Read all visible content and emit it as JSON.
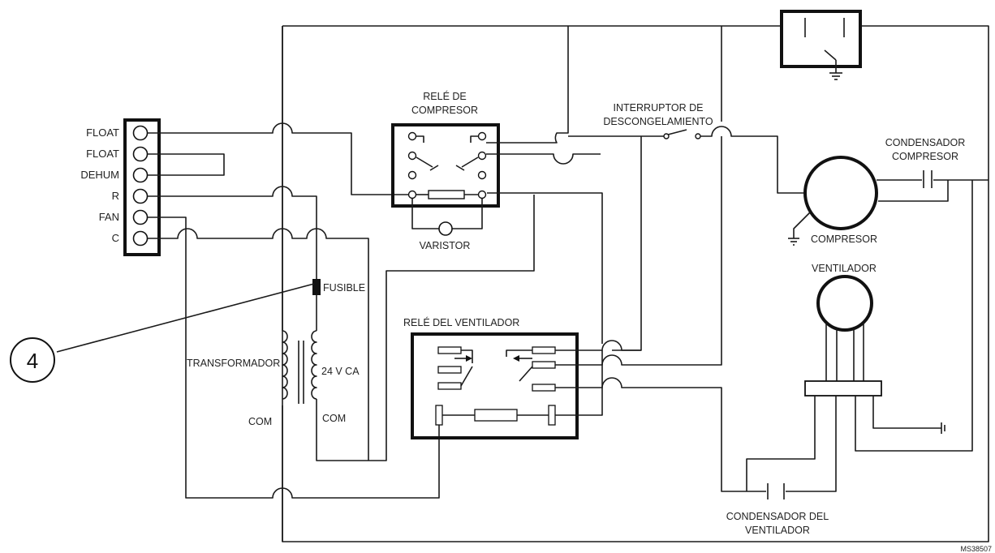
{
  "terminals": [
    "FLOAT",
    "FLOAT",
    "DEHUM",
    "R",
    "FAN",
    "C"
  ],
  "labels": {
    "compressor_relay": [
      "RELÉ DE",
      "COMPRESOR"
    ],
    "defrost_switch": [
      "INTERRUPTOR DE",
      "DESCONGELAMIENTO"
    ],
    "compressor_capacitor": [
      "CONDENSADOR",
      "COMPRESOR"
    ],
    "compressor": "COMPRESOR",
    "varistor": "VARISTOR",
    "fuse": "FUSIBLE",
    "fan_relay": "RELÉ DEL VENTILADOR",
    "transformer": "TRANSFORMADOR",
    "secondary_voltage": "24 V CA",
    "com_left": "COM",
    "com_right": "COM",
    "fan": "VENTILADOR",
    "fan_capacitor": [
      "CONDENSADOR DEL",
      "VENTILADOR"
    ]
  },
  "callout": "4",
  "figure_code": "MS38507"
}
